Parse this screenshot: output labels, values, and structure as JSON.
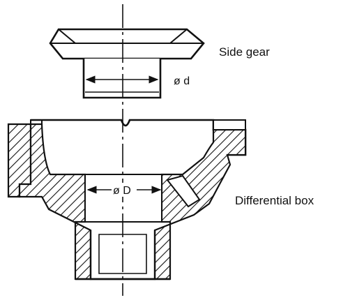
{
  "labels": {
    "side_gear": "Side gear",
    "side_gear_dim": "ø d",
    "differential_box": "Differential box",
    "box_dim": "ø D"
  },
  "colors": {
    "ink": "#111111",
    "paper": "#ffffff"
  },
  "parts": [
    {
      "name": "Side gear",
      "dimension": "ø d"
    },
    {
      "name": "Differential box",
      "dimension": "ø D"
    }
  ]
}
